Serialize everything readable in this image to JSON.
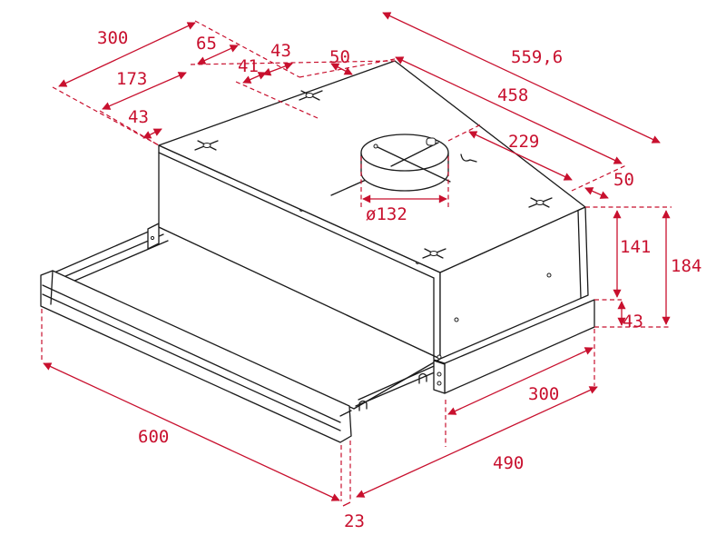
{
  "diagram": {
    "subject": "Telescopic cooker hood dimension drawing",
    "accent_color": "#c8102e",
    "line_color": "#1a1a1a",
    "units": "mm",
    "dimensions": {
      "top_depth_300": "300",
      "top_offset_65": "65",
      "top_offset_43_upper": "43",
      "top_offset_50_left": "50",
      "top_depth_173": "173",
      "top_offset_41": "41",
      "top_offset_43_lower": "43",
      "overall_width_559_6": "559,6",
      "body_width_458": "458",
      "outlet_offset_229": "229",
      "right_offset_50": "50",
      "outlet_diameter": "ø132",
      "body_height_141": "141",
      "overall_height_184": "184",
      "base_height_43": "43",
      "side_depth_300": "300",
      "drawer_depth_490": "490",
      "front_width_600": "600",
      "front_thickness_23": "23"
    }
  }
}
